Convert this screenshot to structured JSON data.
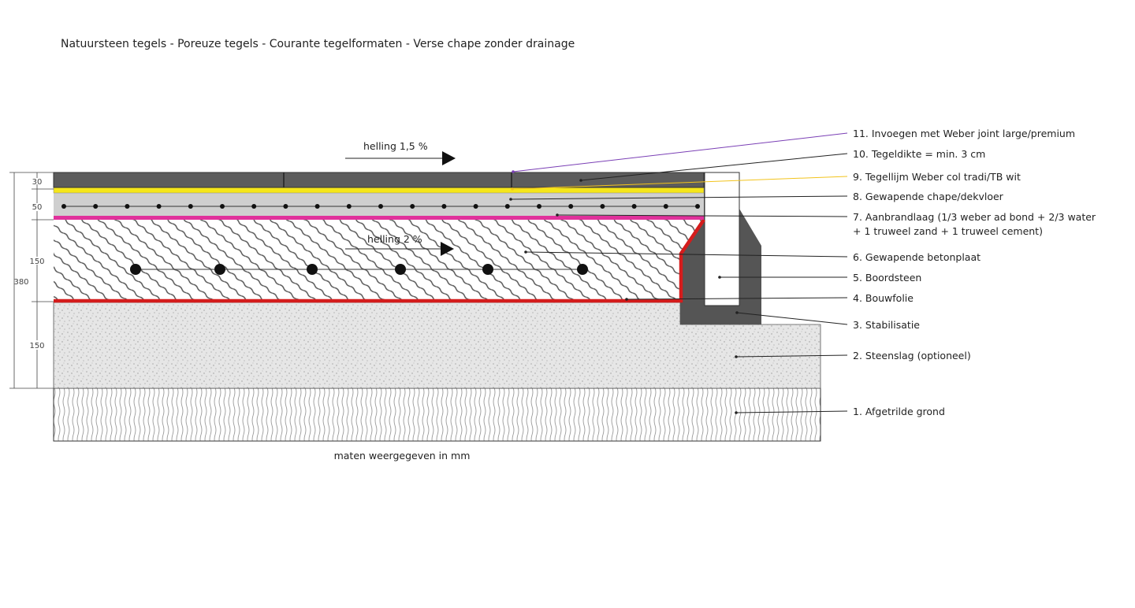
{
  "title": "Natuursteen tegels - Poreuze tegels - Courante tegelformaten - Verse chape zonder drainage",
  "slope_top": "helling 1,5 %",
  "slope_slab": "helling 2 %",
  "footnote": "maten weergegeven in mm",
  "dimensions": {
    "total": "380",
    "tile": "30",
    "screed": "50",
    "slab": "150",
    "gravel": "150"
  },
  "labels": [
    {
      "text": "11. Invoegen met Weber joint large/premium",
      "color": "#7a3fb5"
    },
    {
      "text": "10. Tegeldikte = min. 3 cm",
      "color": "#222222"
    },
    {
      "text": "9. Tegellijm Weber col tradi/TB wit",
      "color": "#f2c31c"
    },
    {
      "text": "8. Gewapende chape/dekvloer",
      "color": "#222222"
    },
    {
      "text": "7. Aanbrandlaag (1/3 weber ad bond + 2/3 water",
      "text2": "+ 1 truweel zand + 1 truweel cement)",
      "color": "#222222"
    },
    {
      "text": "6. Gewapende betonplaat",
      "color": "#222222"
    },
    {
      "text": "5. Boordsteen",
      "color": "#222222"
    },
    {
      "text": "4. Bouwfolie",
      "color": "#222222"
    },
    {
      "text": "3. Stabilisatie",
      "color": "#222222"
    },
    {
      "text": "2. Steenslag (optioneel)",
      "color": "#222222"
    },
    {
      "text": "1. Afgetrilde grond",
      "color": "#222222"
    }
  ],
  "colors": {
    "tile": "#5c5c5c",
    "adhesive": "#f5e61a",
    "screed": "#cfcfcf",
    "bond": "#e0319b",
    "foil": "#d41c1c",
    "stabilisation": "#555555",
    "gravel": "#e4e4e4"
  }
}
